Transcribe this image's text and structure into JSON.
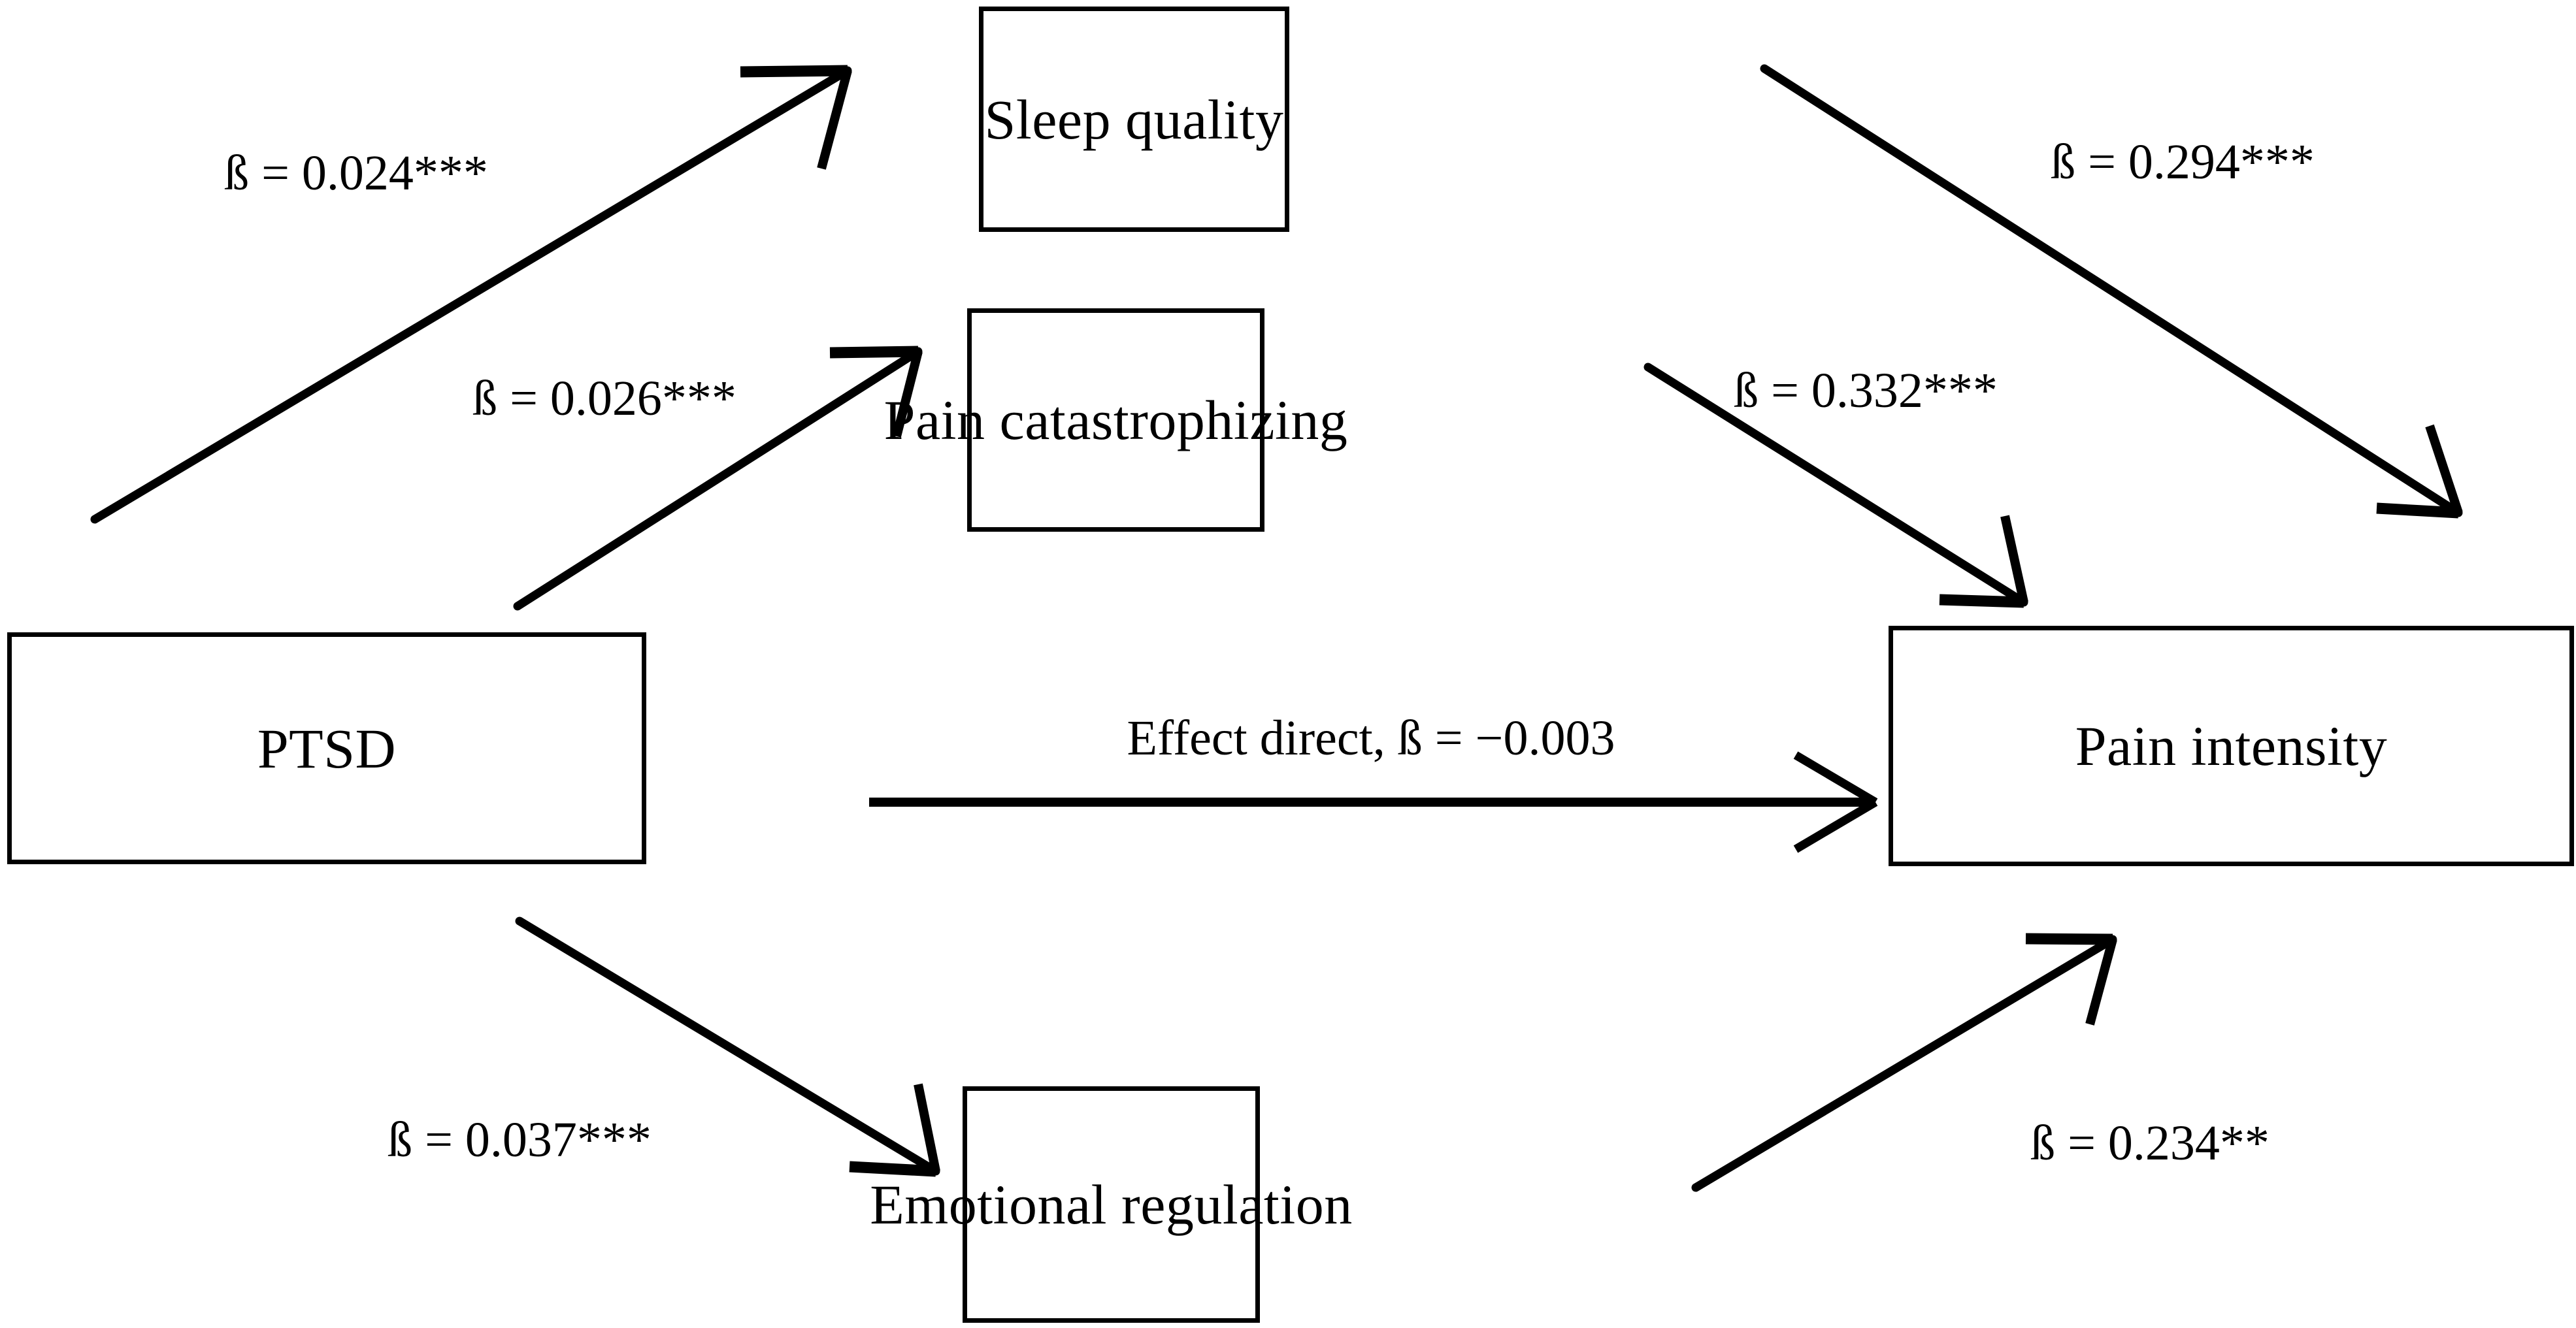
{
  "diagram": {
    "type": "mediation-path-diagram",
    "background_color": "#ffffff",
    "stroke_color": "#000000",
    "nodes": [
      {
        "id": "ptsd",
        "label": "PTSD"
      },
      {
        "id": "sleep_quality",
        "label": "Sleep quality"
      },
      {
        "id": "pain_catastrophizing",
        "label": "Pain catastrophizing"
      },
      {
        "id": "emotional_regulation",
        "label": "Emotional regulation"
      },
      {
        "id": "pain_intensity",
        "label": "Pain intensity"
      }
    ],
    "paths": [
      {
        "id": "ptsd_to_sleep",
        "from": "ptsd",
        "to": "sleep_quality",
        "label": "ß = 0.024***",
        "coefficient": 0.024,
        "significance": "***"
      },
      {
        "id": "ptsd_to_catastroph",
        "from": "ptsd",
        "to": "pain_catastrophizing",
        "label": "ß = 0.026***",
        "coefficient": 0.026,
        "significance": "***"
      },
      {
        "id": "ptsd_to_emoreg",
        "from": "ptsd",
        "to": "emotional_regulation",
        "label": "ß = 0.037***",
        "coefficient": 0.037,
        "significance": "***"
      },
      {
        "id": "sleep_to_pain",
        "from": "sleep_quality",
        "to": "pain_intensity",
        "label": "ß = 0.294***",
        "coefficient": 0.294,
        "significance": "***"
      },
      {
        "id": "catastroph_to_pain",
        "from": "pain_catastrophizing",
        "to": "pain_intensity",
        "label": "ß = 0.332***",
        "coefficient": 0.332,
        "significance": "***"
      },
      {
        "id": "emoreg_to_pain",
        "from": "emotional_regulation",
        "to": "pain_intensity",
        "label": "ß = 0.234**",
        "coefficient": 0.234,
        "significance": "**"
      },
      {
        "id": "direct_effect",
        "from": "ptsd",
        "to": "pain_intensity",
        "label": "Effect direct, ß = −0.003",
        "coefficient": -0.003,
        "significance": ""
      }
    ]
  }
}
